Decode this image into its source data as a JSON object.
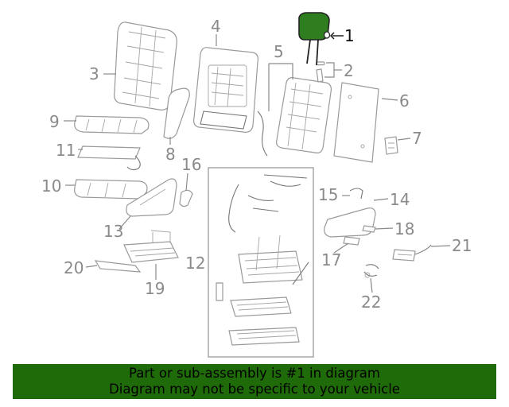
{
  "diagram": {
    "highlighted_part": "1",
    "colors": {
      "highlight": "#2e7d1e",
      "banner": "#1f6b09",
      "line": "#9a9a9a",
      "callout_text": "#8a8a8a",
      "highlight_text": "#111111"
    },
    "callouts": [
      {
        "id": "1",
        "label": "1"
      },
      {
        "id": "2",
        "label": "2"
      },
      {
        "id": "3",
        "label": "3"
      },
      {
        "id": "4",
        "label": "4"
      },
      {
        "id": "5",
        "label": "5"
      },
      {
        "id": "6",
        "label": "6"
      },
      {
        "id": "7",
        "label": "7"
      },
      {
        "id": "8",
        "label": "8"
      },
      {
        "id": "9",
        "label": "9"
      },
      {
        "id": "10",
        "label": "10"
      },
      {
        "id": "11",
        "label": "11"
      },
      {
        "id": "12",
        "label": "12"
      },
      {
        "id": "13",
        "label": "13"
      },
      {
        "id": "14",
        "label": "14"
      },
      {
        "id": "15",
        "label": "15"
      },
      {
        "id": "16",
        "label": "16"
      },
      {
        "id": "17",
        "label": "17"
      },
      {
        "id": "18",
        "label": "18"
      },
      {
        "id": "19",
        "label": "19"
      },
      {
        "id": "20",
        "label": "20"
      },
      {
        "id": "21",
        "label": "21"
      },
      {
        "id": "22",
        "label": "22"
      }
    ]
  },
  "banner": {
    "line1": "Part or sub-assembly is #1 in diagram",
    "line2": "Diagram may not be specific to your vehicle"
  }
}
